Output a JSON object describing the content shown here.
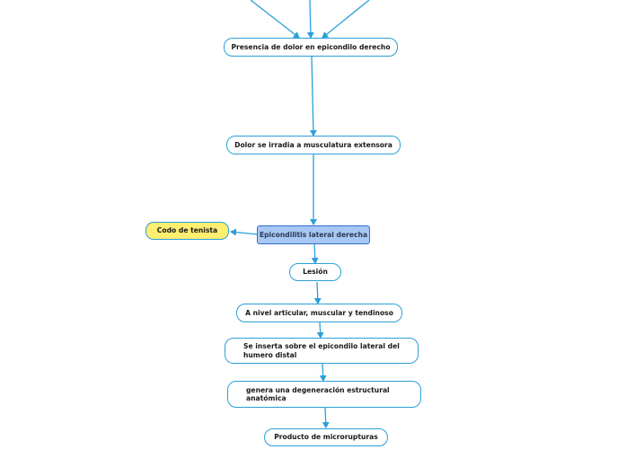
{
  "diagram": {
    "nodes": {
      "presencia": "Presencia de dolor en epicondilo derecho",
      "irradia": "Dolor se irradia a musculatura extensora",
      "epicondilitis": "Epicondilitis lateral derecha",
      "codo": "Codo de tenista",
      "lesion": "Lesión",
      "nivel": "A nivel articular, muscular y tendinoso",
      "inserta": "Se inserta sobre el epicondilo lateral del humero distal",
      "genera": "genera una degeneración estructural anatómica",
      "producto": "Producto de microrupturas"
    },
    "colors": {
      "edge": "#2a9fd8",
      "node_border": "#2a9fd8",
      "main_fill": "#a7c7f4",
      "main_border": "#2d6fcf",
      "highlight_fill": "#ffee70"
    }
  }
}
